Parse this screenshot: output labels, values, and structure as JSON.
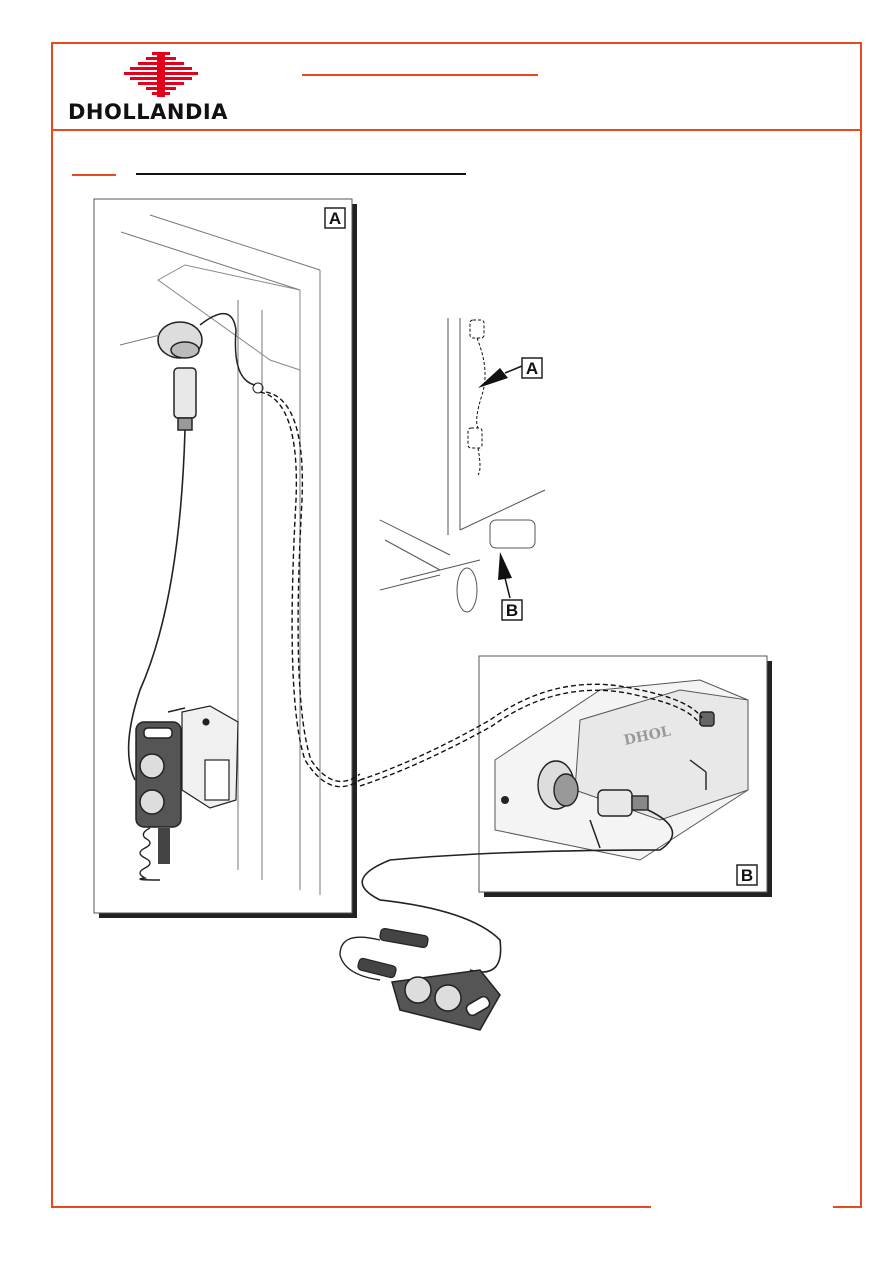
{
  "brand": {
    "name": "DHOLLANDIA",
    "accent_color": "#e8491d",
    "logo_red": "#e2001a"
  },
  "figure": {
    "panel_a_label": "A",
    "panel_b_label": "B",
    "pointer_a_label": "A",
    "pointer_b_label": "B",
    "pump_housing_lettering": "DHOL"
  }
}
